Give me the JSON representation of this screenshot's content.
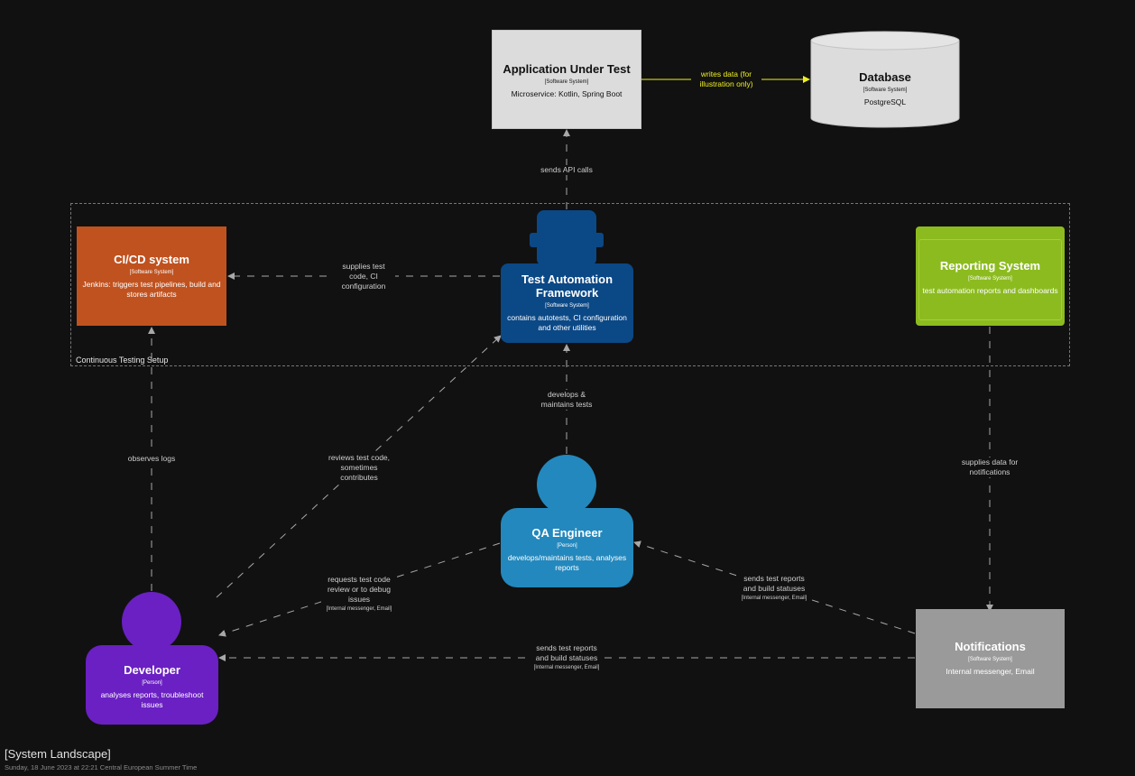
{
  "colors": {
    "background": "#111111",
    "app": "#dcdcdc",
    "database": "#dcdcdc",
    "cicd": "#c0521f",
    "taf": "#0b4886",
    "reporting": "#8cbb1f",
    "qa": "#2388bd",
    "developer": "#6a20c2",
    "notifications": "#9a9a9a",
    "edge": "#a8a8a8",
    "write_edge": "#f0f020"
  },
  "nodes": {
    "app": {
      "title": "Application Under Test",
      "type": "[Software System]",
      "desc": "Microservice: Kotlin, Spring Boot"
    },
    "db": {
      "title": "Database",
      "type": "[Software System]",
      "desc": "PostgreSQL"
    },
    "cicd": {
      "title": "CI/CD system",
      "type": "[Software System]",
      "desc": "Jenkins: triggers test pipelines, build and stores artifacts"
    },
    "taf": {
      "title": "Test Automation Framework",
      "type": "[Software System]",
      "desc": "contains autotests, CI configuration and other utilities"
    },
    "reporting": {
      "title": "Reporting System",
      "type": "[Software System]",
      "desc": "test automation reports and dashboards"
    },
    "qa": {
      "title": "QA Engineer",
      "type": "[Person]",
      "desc": "develops/maintains tests, analyses reports"
    },
    "dev": {
      "title": "Developer",
      "type": "[Person]",
      "desc": "analyses reports, troubleshoot issues"
    },
    "notif": {
      "title": "Notifications",
      "type": "[Software System]",
      "desc": "Internal messenger, Email"
    }
  },
  "boundary": {
    "label": "Continuous Testing Setup"
  },
  "edges": {
    "writes": {
      "label": "writes data (for illustration only)"
    },
    "api": {
      "label": "sends API calls"
    },
    "supplies": {
      "label": "supplies test code, CI configuration"
    },
    "develops": {
      "label": "develops & maintains tests"
    },
    "observes": {
      "label": "observes logs"
    },
    "reviews": {
      "label": "reviews test code, sometimes contributes"
    },
    "supdata": {
      "label": "supplies data for notifications"
    },
    "requests": {
      "label": "requests test code review or to debug issues",
      "tech": "[Internal messenger, Email]"
    },
    "sends_qa": {
      "label": "sends test reports and build statuses",
      "tech": "[Internal messenger, Email]"
    },
    "sends_dev": {
      "label": "sends test reports and build statuses",
      "tech": "[Internal messenger, Email]"
    }
  },
  "footer": {
    "title": "[System Landscape]",
    "date": "Sunday, 18 June 2023 at 22:21 Central European Summer Time"
  }
}
